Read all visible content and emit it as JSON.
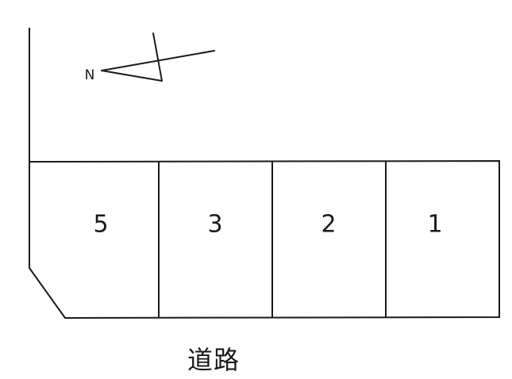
{
  "north_arrow": {
    "label": "N"
  },
  "lots": [
    {
      "id": "5",
      "label": "5"
    },
    {
      "id": "3",
      "label": "3"
    },
    {
      "id": "2",
      "label": "2"
    },
    {
      "id": "1",
      "label": "1"
    }
  ],
  "road": {
    "label": "道路"
  },
  "colors": {
    "line": "#1a1a1a",
    "background": "#ffffff"
  }
}
